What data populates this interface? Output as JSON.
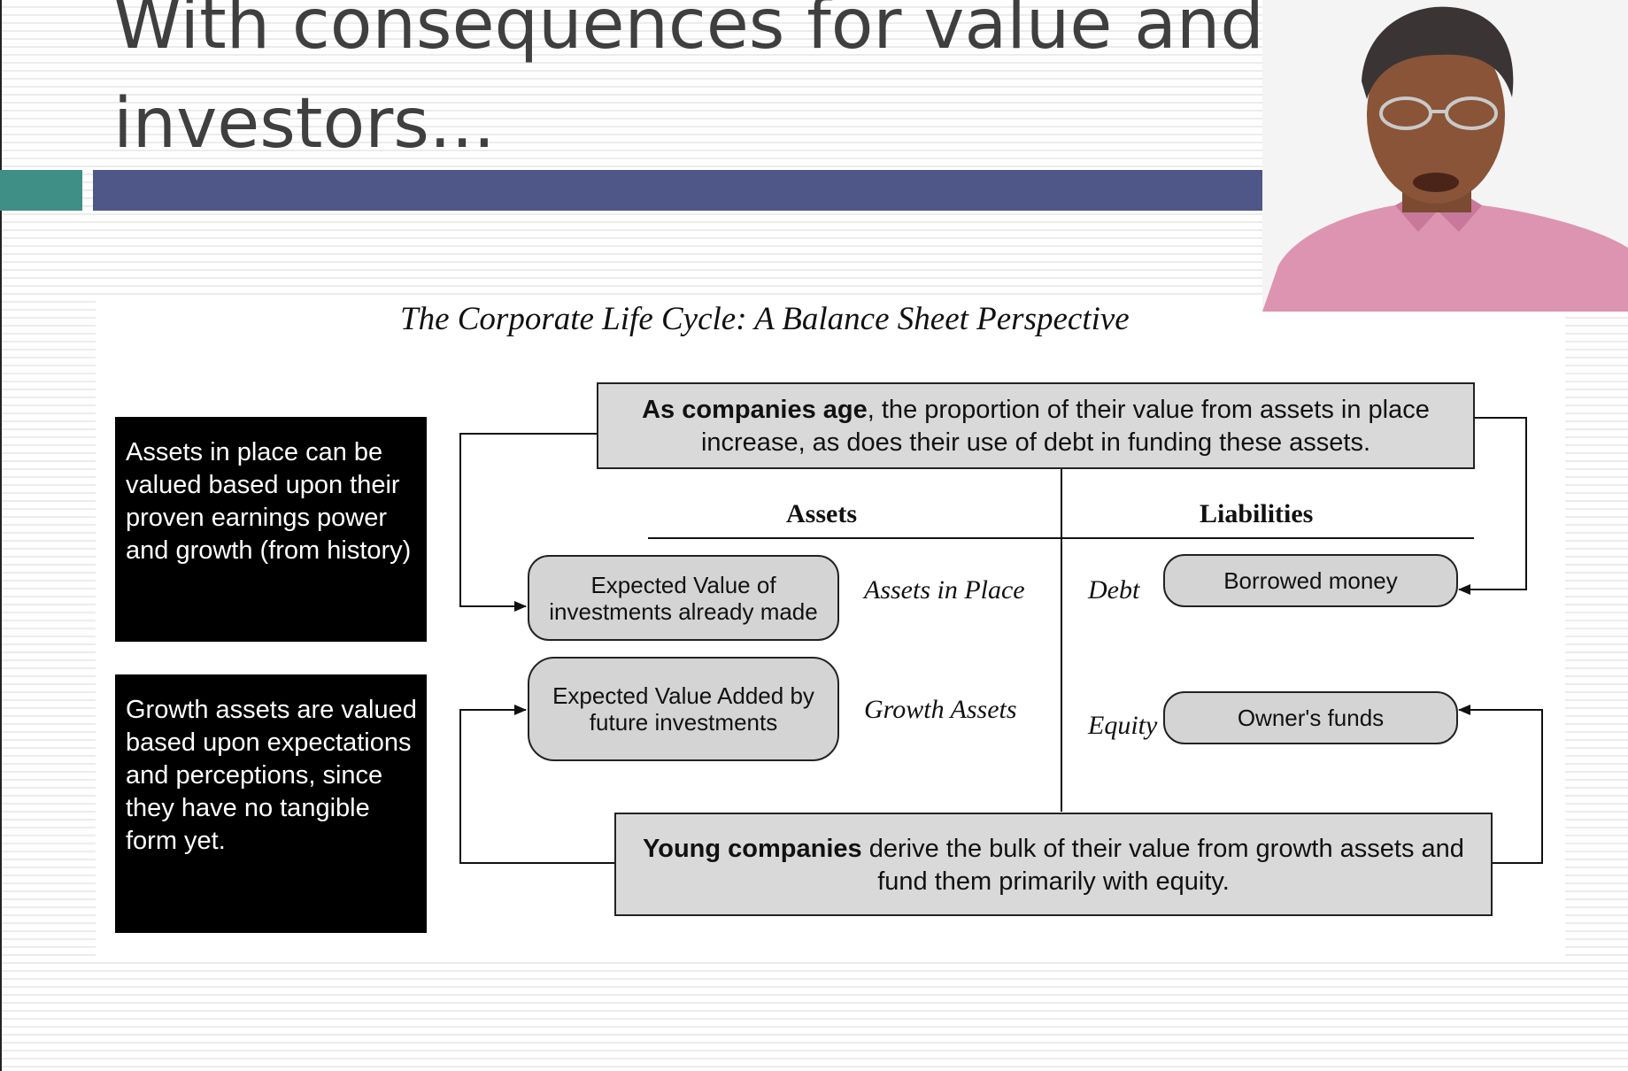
{
  "slide": {
    "title_line1": "With consequences for value and",
    "title_line2": "investors..."
  },
  "figure": {
    "title": "The Corporate Life Cycle: A Balance Sheet Perspective",
    "left_notes": {
      "assets_in_place": "Assets in place can be valued based upon their proven earnings power and growth (from history)",
      "growth_assets": "Growth assets are valued based upon expectations and perceptions, since they have no tangible form yet."
    },
    "top_box": {
      "bold": "As companies age",
      "rest": ", the proportion of their value from assets in place increase, as does their use of debt in funding these assets."
    },
    "bottom_box": {
      "bold": "Young companies",
      "rest": " derive  the bulk of their value from growth assets and fund them primarily with equity."
    },
    "headers": {
      "assets": "Assets",
      "liabilities": "Liabilities"
    },
    "pills": {
      "assets_in_place": "Expected Value of investments already made",
      "growth_assets": "Expected Value Added by future investments",
      "debt": "Borrowed money",
      "equity": "Owner's funds"
    },
    "labels": {
      "assets_in_place": "Assets in Place",
      "growth_assets": "Growth Assets",
      "debt": "Debt",
      "equity": "Equity"
    }
  },
  "colors": {
    "title_bar_teal": "#3f8f86",
    "title_bar_blue": "#4f5688",
    "box_gray": "#d9d9d9",
    "note_box": "#000000",
    "webcam_shirt": "#dd94b0"
  }
}
